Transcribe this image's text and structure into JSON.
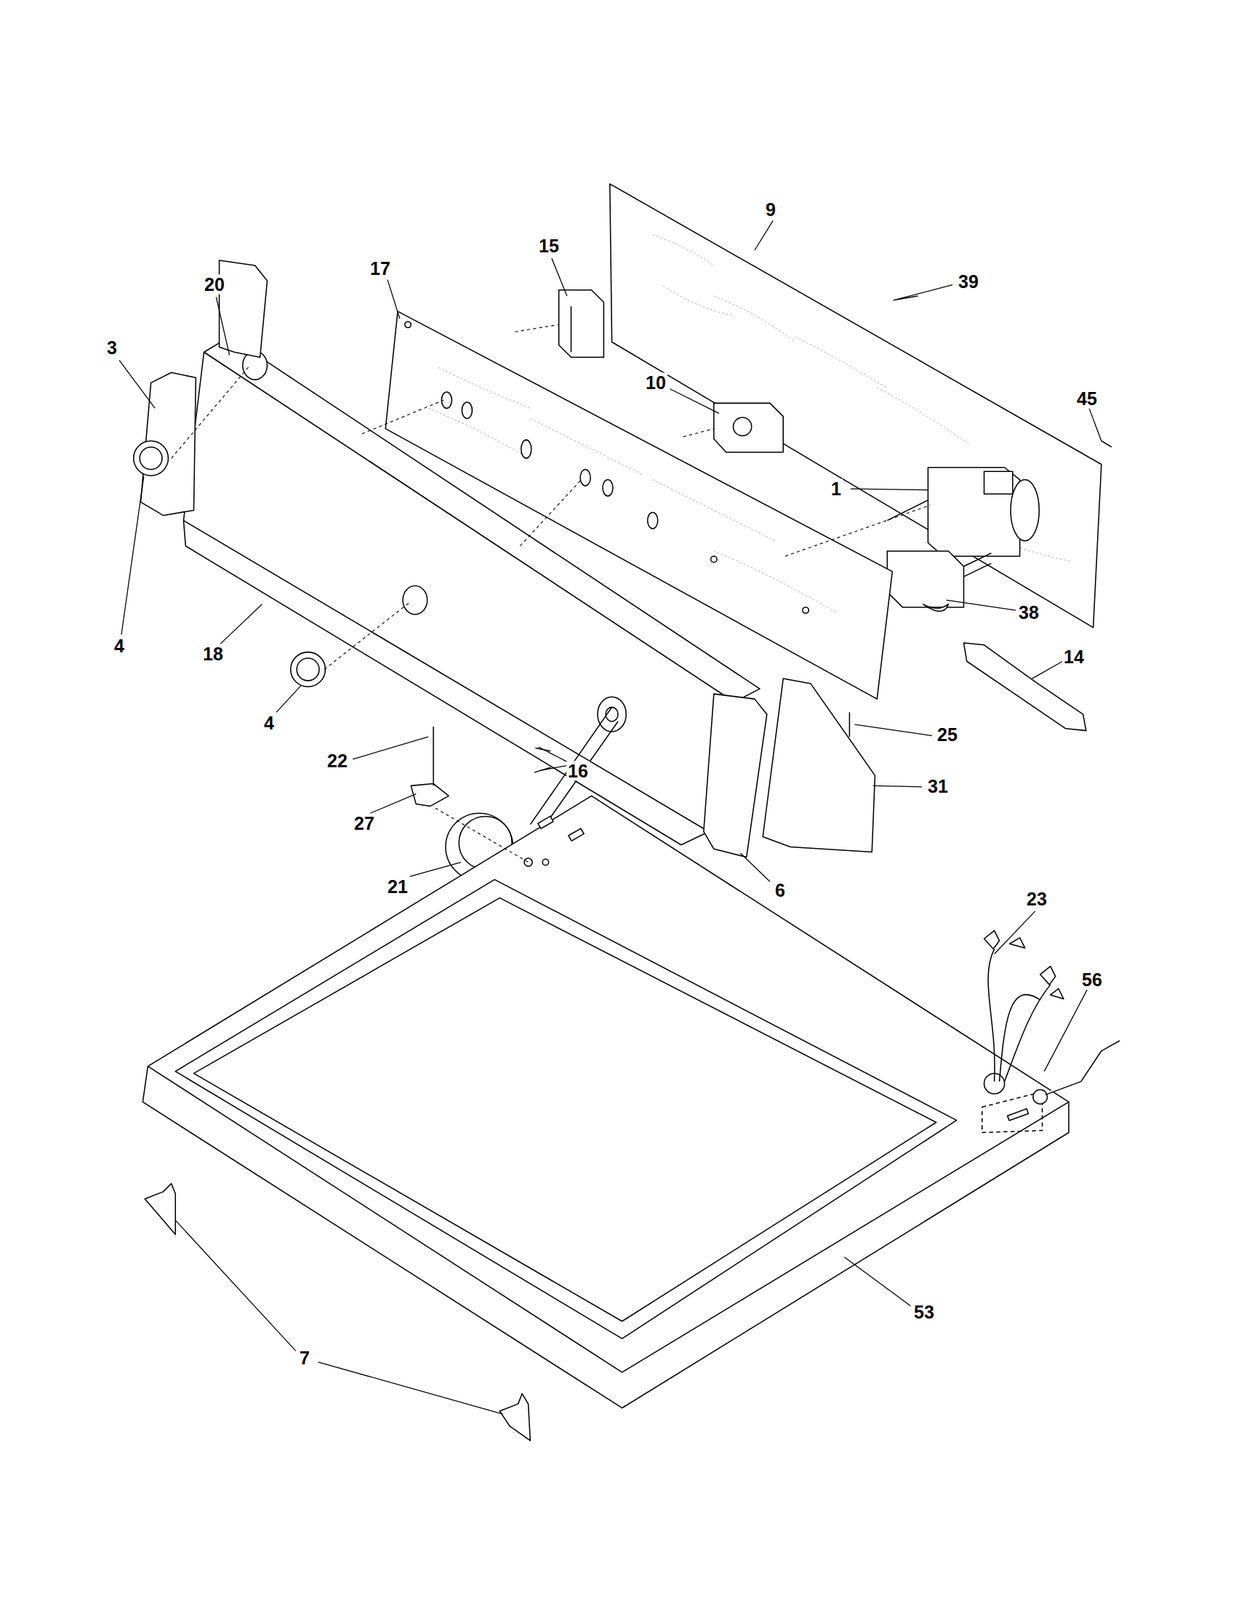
{
  "diagram": {
    "labels": [
      "9",
      "39",
      "15",
      "17",
      "20",
      "3",
      "10",
      "45",
      "1",
      "38",
      "14",
      "4",
      "18",
      "4",
      "22",
      "16",
      "25",
      "27",
      "31",
      "21",
      "6",
      "23",
      "56",
      "7",
      "53"
    ]
  }
}
